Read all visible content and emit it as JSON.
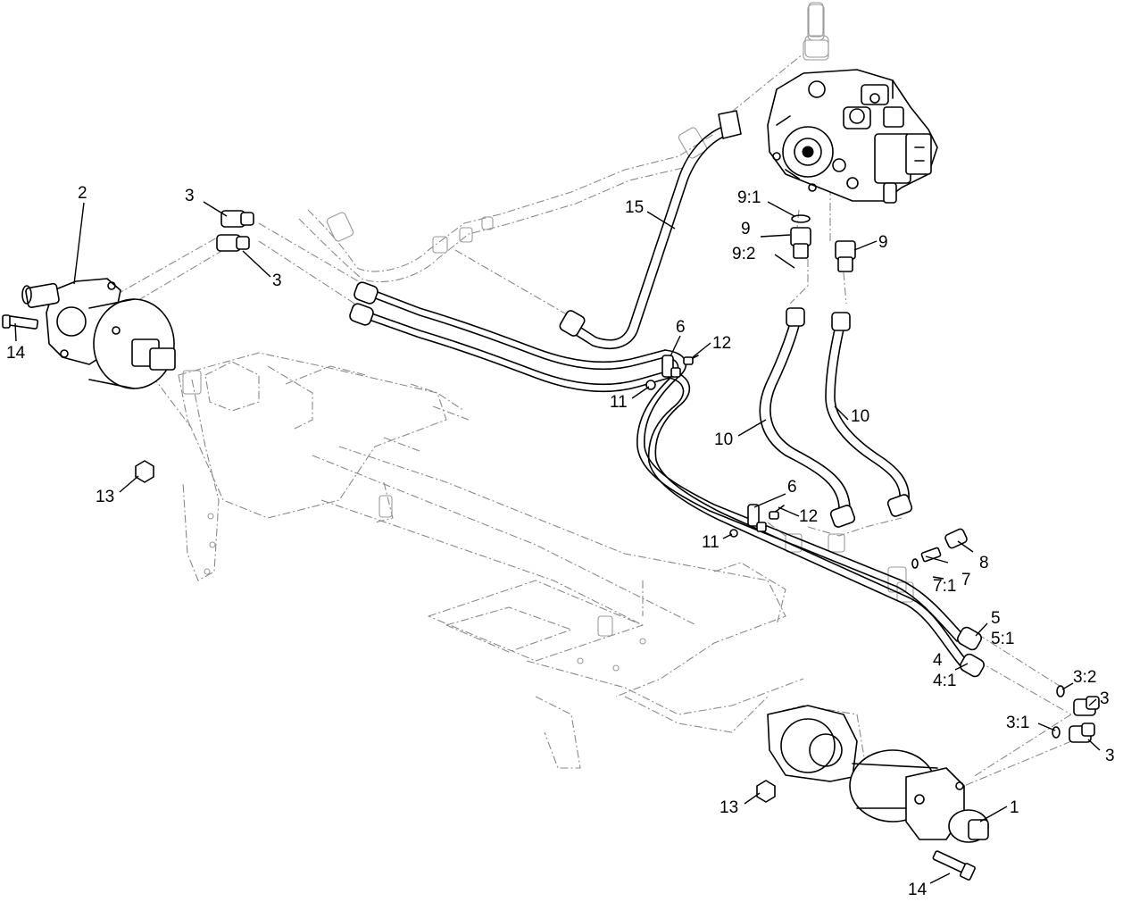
{
  "callouts": {
    "c1": "1",
    "c2": "2",
    "c3a": "3",
    "c3b": "3",
    "c3c": "3",
    "c3d": "3",
    "c3_1": "3:1",
    "c3_2": "3:2",
    "c4": "4",
    "c4_1": "4:1",
    "c5": "5",
    "c5_1": "5:1",
    "c6a": "6",
    "c6b": "6",
    "c7": "7",
    "c7_1": "7:1",
    "c8": "8",
    "c9a": "9",
    "c9b": "9",
    "c9_1": "9:1",
    "c9_2": "9:2",
    "c10a": "10",
    "c10b": "10",
    "c11a": "11",
    "c11b": "11",
    "c12a": "12",
    "c12b": "12",
    "c13a": "13",
    "c13b": "13",
    "c14a": "14",
    "c14b": "14",
    "c15": "15"
  }
}
